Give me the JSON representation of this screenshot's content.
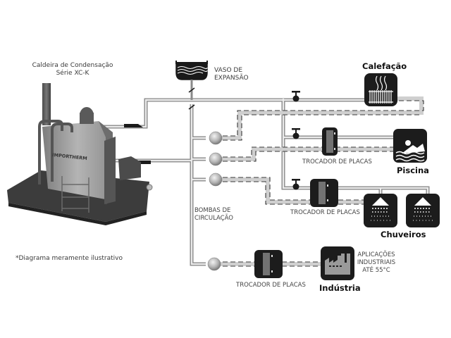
{
  "boiler": {
    "title_line1": "Caldeira de Condensação",
    "title_line2": "Série XC-K",
    "brand": "IMPORTHERM"
  },
  "expansion_vessel": {
    "label_line1": "VASO DE",
    "label_line2": "EXPANSÃO"
  },
  "pumps": {
    "label_line1": "BOMBAS DE",
    "label_line2": "CIRCULAÇÃO"
  },
  "consumers": {
    "heating": {
      "title": "Calefação",
      "icon": "radiator-icon"
    },
    "pool": {
      "title": "Piscina",
      "icon": "pool-icon",
      "exchanger_label": "TROCADOR DE PLACAS"
    },
    "showers": {
      "title": "Chuveiros",
      "icon": "shower-icon",
      "exchanger_label": "TROCADOR DE PLACAS"
    },
    "industry": {
      "title": "Indústria",
      "icon": "factory-icon",
      "exchanger_label": "TROCADOR DE PLACAS",
      "note_line1": "APLICAÇÕES",
      "note_line2": "INDUSTRIAIS",
      "note_line3": "ATÉ 55°C"
    }
  },
  "footnote": "*Diagrama meramente ilustrativo",
  "colors": {
    "pipe_outline": "#8a8a8a",
    "pipe_fill": "#e6e6e6",
    "return_dash": "#3a3a3a",
    "icon_bg": "#1c1c1c",
    "pump": "#b8b8b8"
  }
}
